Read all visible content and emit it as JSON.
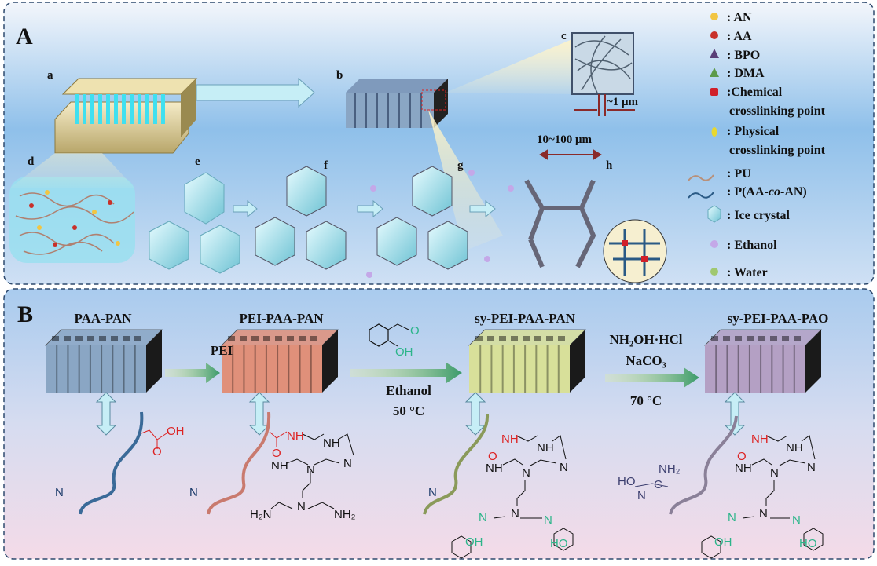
{
  "panel_a": {
    "label": "A",
    "sublabels": {
      "a": "a",
      "b": "b",
      "c": "c",
      "d": "d",
      "e": "e",
      "f": "f",
      "g": "g",
      "h": "h"
    },
    "scale_small": "~1 μm",
    "scale_large": "10~100 μm",
    "legend": [
      {
        "icon": "yellow-sphere-icon",
        "label": ": AN",
        "color": "#f2c542"
      },
      {
        "icon": "red-sphere-icon",
        "label": ": AA",
        "color": "#c8302a"
      },
      {
        "icon": "purple-triangle-icon",
        "label": ": BPO",
        "color": "#5a3f78"
      },
      {
        "icon": "green-triangle-icon",
        "label": ": DMA",
        "color": "#5c9a4a"
      },
      {
        "icon": "red-square-icon",
        "label": ":Chemical",
        "label2": "crosslinking point",
        "color": "#d0202a"
      },
      {
        "icon": "yellow-ellipse-icon",
        "label": ": Physical",
        "label2": "crosslinking point",
        "color": "#e8d830"
      },
      {
        "icon": "pu-wave-icon",
        "label": ": PU",
        "color": "#b8907a"
      },
      {
        "icon": "copolymer-wave-icon",
        "label": ": P(AA-",
        "label_italic": "co",
        "label_end": "-AN)",
        "color": "#2a5a85"
      },
      {
        "icon": "ice-crystal-icon",
        "label": ": Ice crystal",
        "color": "#9fe0ea"
      },
      {
        "icon": "ethanol-sphere-icon",
        "label": ": Ethanol",
        "color": "#b89ae0"
      },
      {
        "icon": "water-sphere-icon",
        "label": ": Water",
        "color": "#a0c870"
      }
    ]
  },
  "panel_b": {
    "label": "B",
    "stages": [
      {
        "name": "PAA-PAN",
        "color": "#8aa6c4"
      },
      {
        "name": "PEI-PAA-PAN",
        "color": "#e0907a"
      },
      {
        "name": "sy-PEI-PAA-PAN",
        "color": "#d8e09a"
      },
      {
        "name": "sy-PEI-PAA-PAO",
        "color": "#b4a0c4"
      }
    ],
    "step1": "PEI",
    "step2": {
      "solvent": "Ethanol",
      "temp": "50 °C",
      "reagent_o": "O",
      "reagent_oh": "OH"
    },
    "step3": {
      "reagent1": "NH₂OH·HCl",
      "reagent2": "NaCO₃",
      "temp": "70 °C"
    },
    "chem": {
      "s1": [
        "OH",
        "O",
        "N"
      ],
      "s2": [
        "NH",
        "O",
        "NH",
        "NH",
        "N",
        "N",
        "N",
        "H₂N",
        "NH₂",
        "N"
      ],
      "s3": [
        "NH",
        "O",
        "NH",
        "NH",
        "N",
        "N",
        "N",
        "N",
        "N",
        "OH",
        "HO",
        "N"
      ],
      "s4": [
        "NH",
        "O",
        "NH",
        "NH",
        "N",
        "N",
        "N",
        "N",
        "N",
        "OH",
        "HO",
        "HO",
        "N",
        "C",
        "NH₂"
      ]
    }
  }
}
